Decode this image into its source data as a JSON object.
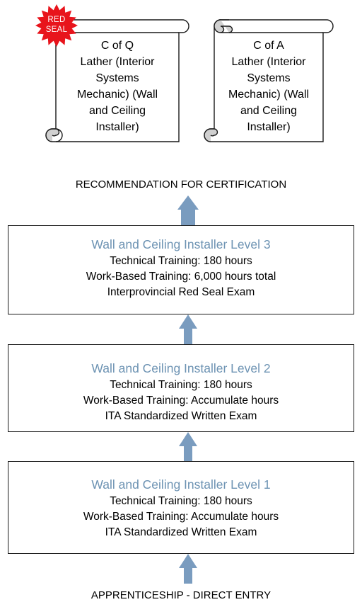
{
  "certificates": [
    {
      "lines": [
        "C of Q",
        "Lather (Interior",
        "Systems",
        "Mechanic) (Wall",
        "and Ceiling",
        "Installer)"
      ]
    },
    {
      "lines": [
        "C of A",
        "Lather (Interior",
        "Systems",
        "Mechanic) (Wall",
        "and Ceiling",
        "Installer)"
      ]
    }
  ],
  "red_seal": {
    "line1": "RED",
    "line2": "SEAL"
  },
  "recommendation": "RECOMMENDATION FOR CERTIFICATION",
  "levels": [
    {
      "title": "Wall and Ceiling Installer Level 3",
      "technical": "Technical Training:  180 hours",
      "work": "Work-Based Training:  6,000 hours total",
      "exam": "Interprovincial Red Seal Exam"
    },
    {
      "title": "Wall and Ceiling Installer Level 2",
      "technical": "Technical Training:  180 hours",
      "work": "Work-Based Training: Accumulate hours",
      "exam": "ITA Standardized Written Exam"
    },
    {
      "title": "Wall and Ceiling Installer Level 1",
      "technical": "Technical Training:  180 hours",
      "work": "Work-Based Training: Accumulate hours",
      "exam": "ITA Standardized Written Exam"
    }
  ],
  "entry": "APPRENTICESHIP - DIRECT ENTRY",
  "colors": {
    "arrow": "#7a9cbf",
    "level_title": "#6d93b3",
    "seal": "#e8141c",
    "scroll_curl": "#d0d0d0"
  }
}
